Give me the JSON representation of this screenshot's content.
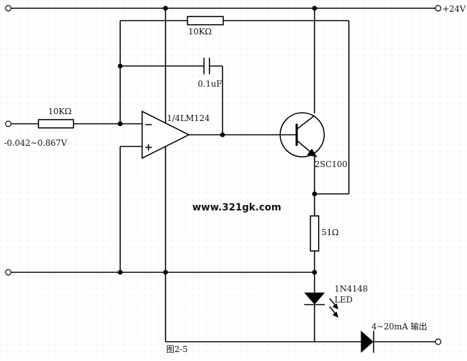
{
  "labels": {
    "supply": "+24V",
    "r_feedback": "10KΩ",
    "capacitor": "0.1uF",
    "r_input": "10KΩ",
    "input_range": "-0.042~0.867V",
    "opamp": "1/4LM124",
    "opamp_minus": "−",
    "opamp_plus": "+",
    "transistor": "2SC100",
    "r_emitter": "51Ω",
    "diode": "1N4148",
    "led": "LED",
    "output": "4~20mA 输出",
    "watermark": "www.321gk.com",
    "figure": "图2-5"
  }
}
